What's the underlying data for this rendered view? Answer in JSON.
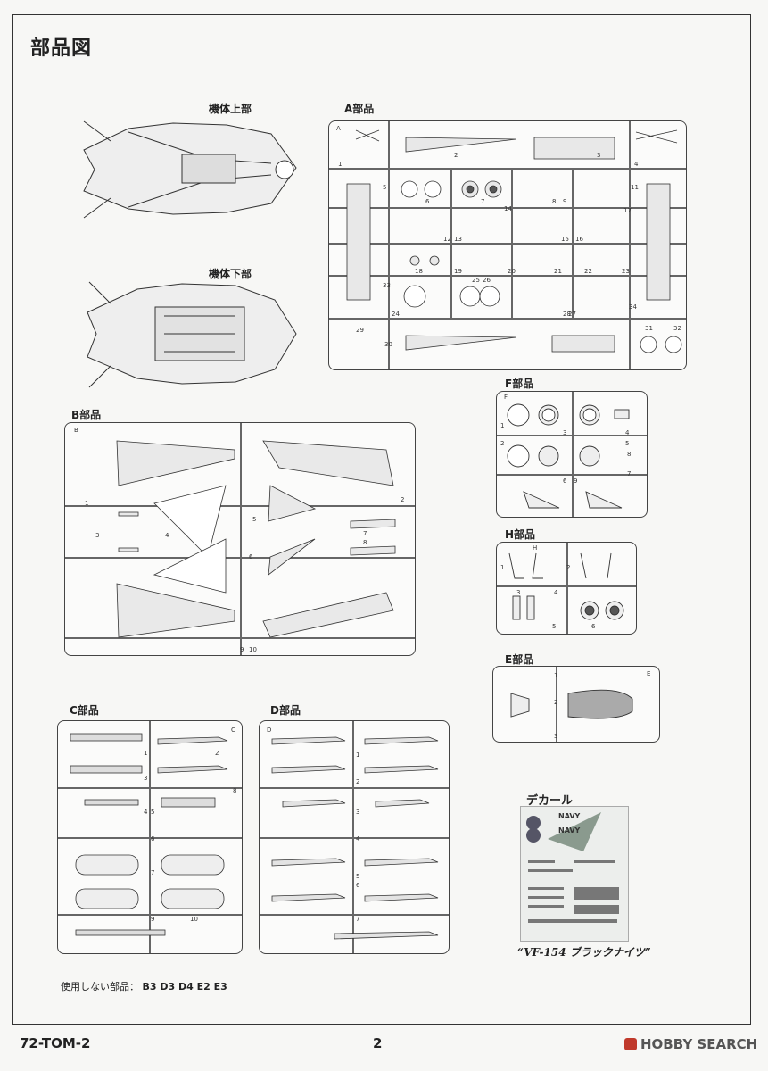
{
  "page": {
    "title": "部品図",
    "footer_code": "72-TOM-2",
    "page_number": "2",
    "watermark": "HOBBY SEARCH"
  },
  "sections": {
    "top_body": "機体上部",
    "bottom_body": "機体下部",
    "a": "A部品",
    "b": "B部品",
    "c": "C部品",
    "d": "D部品",
    "e": "E部品",
    "f": "F部品",
    "h": "H部品",
    "decal": "デカール"
  },
  "decal": {
    "name": "“VF-154 ブラックナイツ”",
    "sheet_text": [
      "NAVY",
      "NAVY"
    ]
  },
  "unused": {
    "label": "使用しない部品：",
    "parts": "B3 D3 D4 E2 E3"
  },
  "sprue_letters": {
    "a": "A",
    "b": "B",
    "c": "C",
    "d": "D",
    "e": "E",
    "f": "F",
    "h": "H"
  },
  "part_numbers": {
    "a": [
      "1",
      "2",
      "3",
      "4",
      "5",
      "6",
      "7",
      "8",
      "9",
      "10",
      "11",
      "12",
      "13",
      "14",
      "15",
      "16",
      "17",
      "18",
      "19",
      "20",
      "21",
      "22",
      "23",
      "24",
      "25",
      "26",
      "27",
      "28",
      "29",
      "30",
      "31",
      "32",
      "33",
      "34"
    ],
    "b": [
      "1",
      "2",
      "3",
      "4",
      "5",
      "6",
      "7",
      "8",
      "9",
      "10"
    ],
    "c": [
      "1",
      "2",
      "3",
      "4",
      "5",
      "6",
      "7",
      "8",
      "9",
      "10"
    ],
    "d": [
      "1",
      "2",
      "3",
      "4",
      "5",
      "6",
      "7"
    ],
    "e": [
      "1",
      "2",
      "3"
    ],
    "f": [
      "1",
      "2",
      "3",
      "4",
      "5",
      "6",
      "7",
      "8",
      "9"
    ],
    "h": [
      "1",
      "2",
      "3",
      "4",
      "5",
      "6"
    ]
  }
}
